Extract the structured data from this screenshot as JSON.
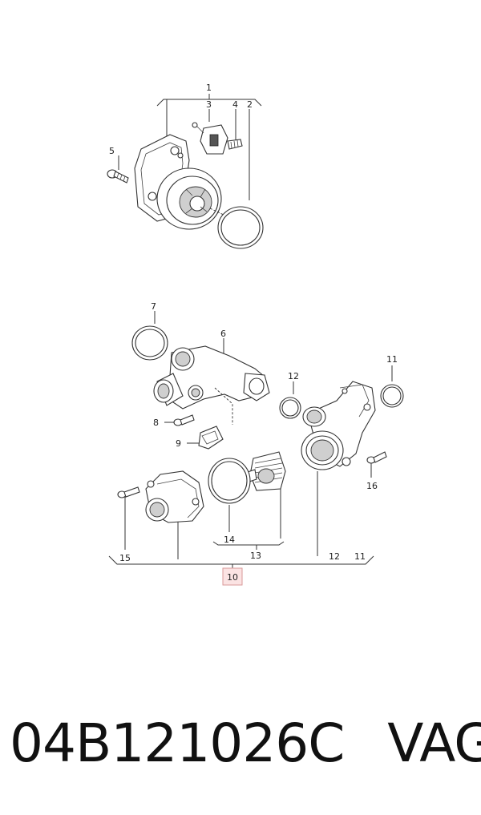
{
  "callouts": {
    "c1": "1",
    "c2": "2",
    "c3": "3",
    "c4": "4",
    "c5": "5",
    "c6": "6",
    "c7": "7",
    "c8": "8",
    "c9": "9",
    "c10": "10",
    "c11a": "11",
    "c11b": "11",
    "c12a": "12",
    "c12b": "12",
    "c13": "13",
    "c14": "14",
    "c15": "15",
    "c16": "16"
  },
  "part_number": "04B121026C",
  "brand": "VAG",
  "colors": {
    "highlight_fill": "#fbe3e3",
    "highlight_stroke": "#d99a9a",
    "line": "#333333"
  }
}
